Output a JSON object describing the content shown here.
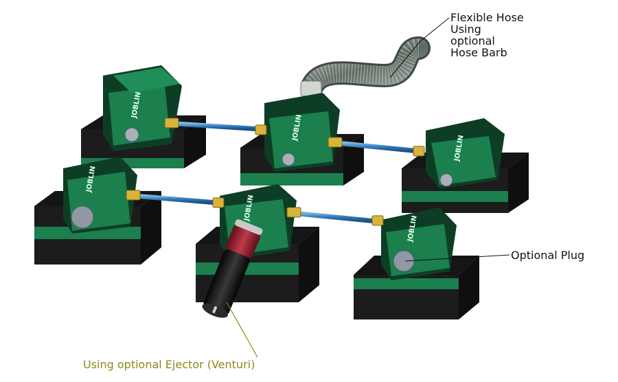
{
  "callouts": {
    "hose": "Flexible Hose\nUsing\noptional\nHose Barb",
    "plug": "Optional Plug",
    "ejector": "Using optional Ejector (Venturi)"
  },
  "module_brand": "JOBLIN",
  "colors": {
    "module_green": "#1b7f4e",
    "module_dark": "#0e3d26",
    "base_black": "#1c1c1c",
    "teal_layer": "#2f8f8f",
    "tube_blue": "#3a86c8",
    "fitting_gold": "#d9b43a",
    "hose_gray": "#6f7a72",
    "ejector_red": "#8c1f2a",
    "ejector_black": "#141414",
    "ejector_label": "#8a8a1a"
  }
}
